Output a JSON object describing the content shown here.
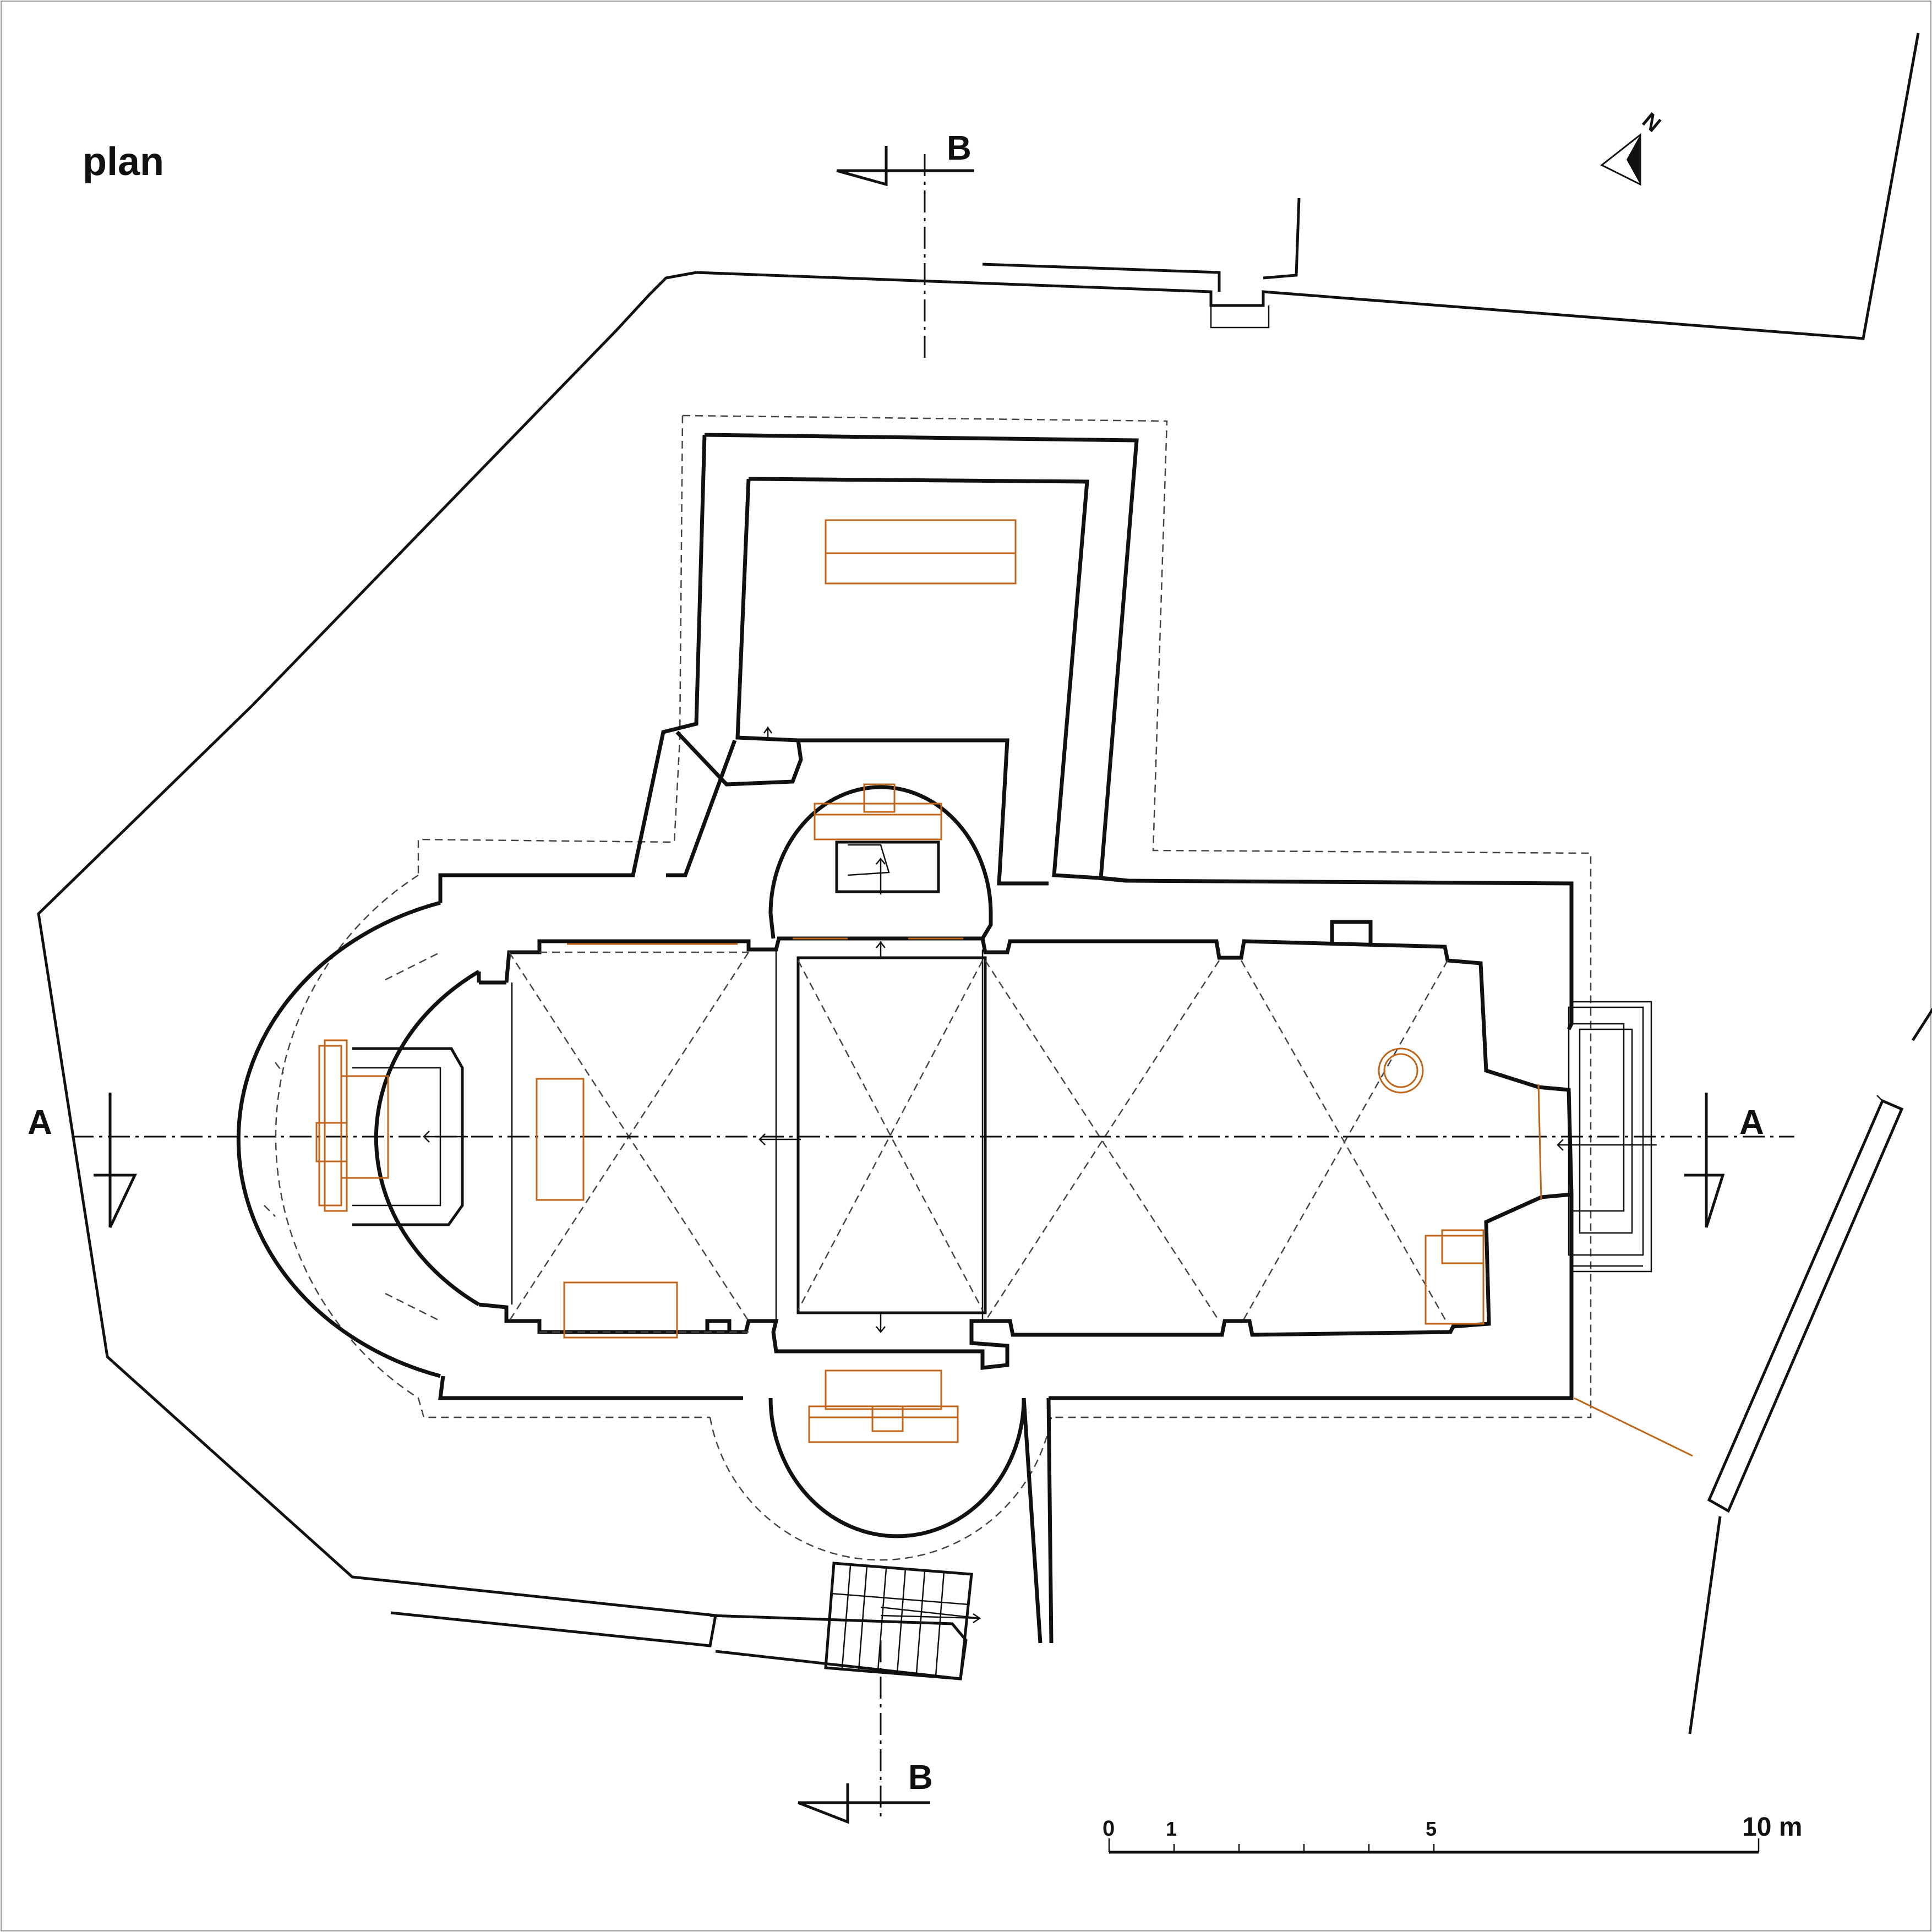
{
  "drawing": {
    "title": "plan",
    "section_a": "A",
    "section_b": "B",
    "north": "N"
  },
  "scale_bar": {
    "ticks": [
      "0",
      "1",
      "5",
      "10 m"
    ]
  },
  "colors": {
    "wall": "#111111",
    "furnishing": "#c0661a",
    "background": "#ffffff"
  }
}
